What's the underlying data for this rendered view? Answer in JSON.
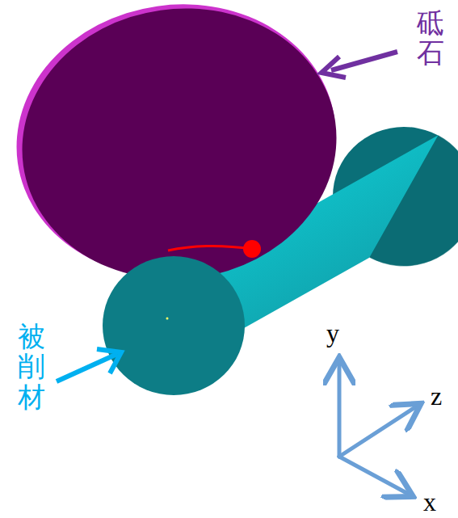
{
  "diagram": {
    "labels": [
      "砥石",
      "被削材",
      "y",
      "z",
      "x"
    ]
  }
}
